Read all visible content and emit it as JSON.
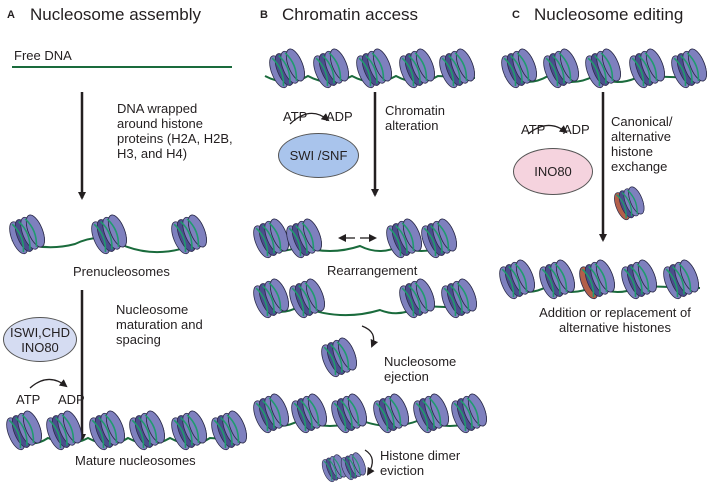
{
  "panels": {
    "A": {
      "letter": "A",
      "title": "Nucleosome assembly",
      "free_dna": "Free DNA",
      "step1": "DNA wrapped\naround histone\nproteins (H2A, H2B,\nH3, and H4)",
      "prenucleosomes": "Prenucleosomes",
      "step2": "Nucleosome\nmaturation and\nspacing",
      "remodelers": "ISWI,CHD\nINO80",
      "atp": "ATP",
      "adp": "ADP",
      "mature": "Mature nucleosomes"
    },
    "B": {
      "letter": "B",
      "title": "Chromatin access",
      "atp": "ATP",
      "adp": "ADP",
      "remodeler": "SWI /SNF",
      "step": "Chromatin\nalteration",
      "rearrangement": "Rearrangement",
      "ejection": "Nucleosome\nejection",
      "eviction": "Histone dimer\neviction"
    },
    "C": {
      "letter": "C",
      "title": "Nucleosome editing",
      "atp": "ATP",
      "adp": "ADP",
      "remodeler": "INO80",
      "step": "Canonical/\nalternative\nhistone\nexchange",
      "result": "Addition or replacement of\nalternative histones"
    }
  },
  "colors": {
    "dna": "#1a6b3c",
    "histone_light": "#7e80be",
    "histone_dark": "#4b4d8c",
    "histone_band": "#1f9b6e",
    "alt_histone": "#b35f4a",
    "swi_snf_fill": "#a9c4ec",
    "ino80_fill": "#f5d3de",
    "iswi_fill": "#d5dcf2"
  }
}
